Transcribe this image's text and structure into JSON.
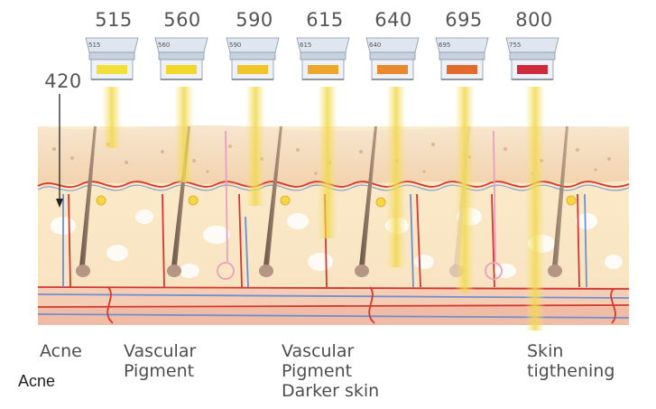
{
  "wavelengths": [
    "515",
    "560",
    "590",
    "615",
    "640",
    "695",
    "800"
  ],
  "filters": [
    {
      "tag": "515",
      "color": "#f3df3a"
    },
    {
      "tag": "560",
      "color": "#f2d82b"
    },
    {
      "tag": "590",
      "color": "#f0c52a"
    },
    {
      "tag": "615",
      "color": "#eda72a"
    },
    {
      "tag": "640",
      "color": "#e8892e"
    },
    {
      "tag": "695",
      "color": "#e26a2c"
    },
    {
      "tag": "755",
      "color": "#cf2a3d"
    }
  ],
  "acne_wavelength": "420",
  "labels": {
    "acne": "Acne",
    "vascular_1_line1": "Vascular",
    "vascular_1_line2": "Pigment",
    "vascular_2_line1": "Vascular",
    "vascular_2_line2": "Pigment",
    "vascular_2_line3": "Darker skin",
    "skin_line1": "Skin",
    "skin_line2": "tigthening",
    "acne_second": "Acne"
  }
}
